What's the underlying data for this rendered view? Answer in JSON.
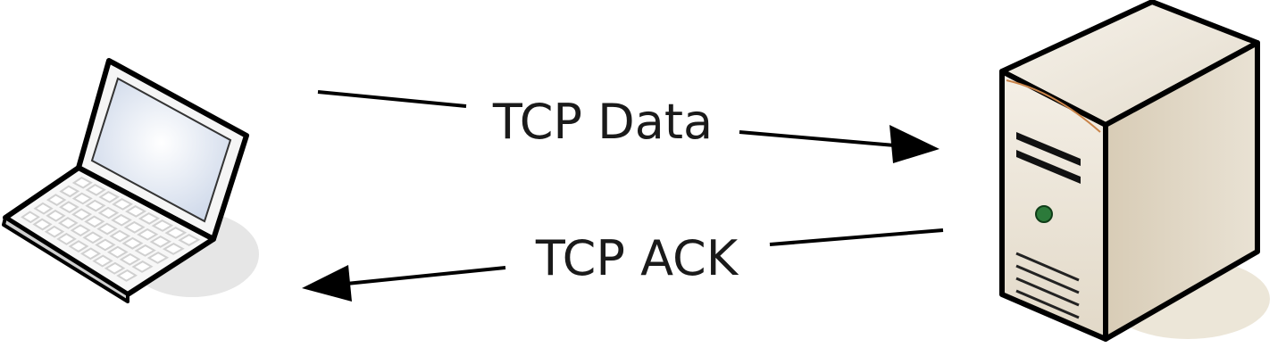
{
  "diagram": {
    "nodes": [
      {
        "id": "client",
        "icon": "laptop-icon"
      },
      {
        "id": "server",
        "icon": "server-tower-icon"
      }
    ],
    "edges": [
      {
        "from": "client",
        "to": "server",
        "label": "TCP Data"
      },
      {
        "from": "server",
        "to": "client",
        "label": "TCP ACK"
      }
    ],
    "colors": {
      "line": "#000000",
      "text": "#1a1a1a",
      "laptop_screen": "#dbe4f1",
      "laptop_body": "#f4f4f4",
      "server_body": "#ddd3c1",
      "server_front": "#ece6da",
      "power_led": "#2c7a3a",
      "shadow": "#e8e8e8"
    }
  }
}
